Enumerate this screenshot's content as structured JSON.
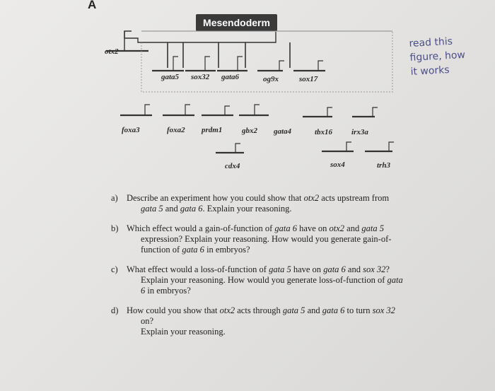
{
  "panel_label": "A",
  "title": "Mesendoderm",
  "genes": {
    "otx2": "otx2",
    "gata5": "gata5",
    "sox32": "sox32",
    "gata6": "gata6",
    "og9x": "og9x",
    "sox17": "sox17",
    "foxa3": "foxa3",
    "foxa2": "foxa2",
    "prdm1": "prdm1",
    "gbx2": "gbx2",
    "gata4": "gata4",
    "tbx16": "tbx16",
    "irx3a": "irx3a",
    "cdx4": "cdx4",
    "sox4": "sox4",
    "trh3": "trh3"
  },
  "handwritten_note": [
    "read this",
    "figure, how",
    "it works"
  ],
  "questions": {
    "a": {
      "letter": "a)",
      "l1": "Describe an experiment how you could show that ",
      "l1_gene": "otx2",
      "l1_end": " acts upstream from",
      "l2_g1": "gata 5",
      "l2_and": " and ",
      "l2_g2": "gata 6",
      "l2_end": ". Explain your reasoning."
    },
    "b": {
      "letter": "b)",
      "l1": "Which effect would a gain-of-function of ",
      "l1_gene": "gata 6",
      "l1_mid": " have on ",
      "l1_gene2": "otx2",
      "l1_and": " and ",
      "l1_gene3": "gata 5",
      "l2": "expression? Explain your reasoning. How would you generate gain-of-",
      "l3": "function of ",
      "l3_gene": "gata 6",
      "l3_end": " in embryos?"
    },
    "c": {
      "letter": "c)",
      "l1": "What effect would a loss-of-function of ",
      "l1_gene": "gata 5",
      "l1_mid": " have on ",
      "l1_gene2": "gata 6",
      "l1_and": " and ",
      "l1_gene3": "sox 32",
      "l1_end": "?",
      "l2": "Explain your reasoning. How would you generate loss-of-function of ",
      "l2_gene": "gata",
      "l3_gene": "6",
      "l3_end": " in embryos?"
    },
    "d": {
      "letter": "d)",
      "l1": "How could you show that ",
      "l1_gene": "otx2",
      "l1_mid": " acts through ",
      "l1_gene2": "gata 5",
      "l1_and": " and ",
      "l1_gene3": "gata 6",
      "l1_end": " to turn ",
      "l1_gene4": "sox 32",
      "l2": "on?",
      "l3": "Explain your reasoning."
    }
  }
}
